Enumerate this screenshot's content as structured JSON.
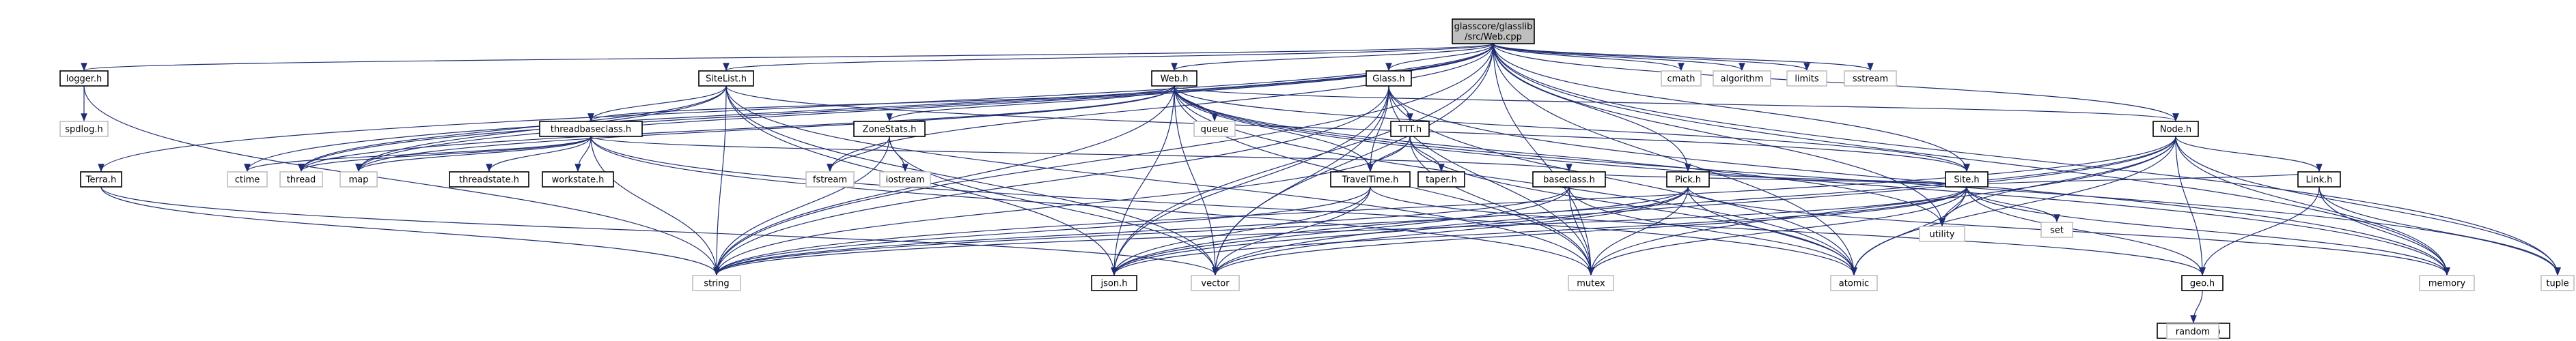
{
  "title_lines": [
    "glasscore/glasslib",
    "/src/Web.cpp"
  ],
  "colors": {
    "edge": "#1f2e73",
    "root_fill": "#bfbfbf",
    "external_border": "#bfbfbf",
    "node_border": "#000000"
  },
  "nodes": [
    {
      "id": "root",
      "label": "glasscore/glasslib\n/src/Web.cpp",
      "kind": "root"
    },
    {
      "id": "logger",
      "label": "logger.h",
      "kind": "local"
    },
    {
      "id": "spdlog",
      "label": "spdlog.h",
      "kind": "external"
    },
    {
      "id": "sitelist",
      "label": "SiteList.h",
      "kind": "local"
    },
    {
      "id": "web_h",
      "label": "Web.h",
      "kind": "local"
    },
    {
      "id": "glass",
      "label": "Glass.h",
      "kind": "local"
    },
    {
      "id": "cmath",
      "label": "cmath",
      "kind": "external"
    },
    {
      "id": "algorithm",
      "label": "algorithm",
      "kind": "external"
    },
    {
      "id": "limits",
      "label": "limits",
      "kind": "external"
    },
    {
      "id": "sstream",
      "label": "sstream",
      "kind": "external"
    },
    {
      "id": "terra",
      "label": "Terra.h",
      "kind": "local"
    },
    {
      "id": "threadbase",
      "label": "threadbaseclass.h",
      "kind": "local"
    },
    {
      "id": "zonestats",
      "label": "ZoneStats.h",
      "kind": "local"
    },
    {
      "id": "queue",
      "label": "queue",
      "kind": "external"
    },
    {
      "id": "ttt",
      "label": "TTT.h",
      "kind": "local"
    },
    {
      "id": "site",
      "label": "Site.h",
      "kind": "local"
    },
    {
      "id": "node",
      "label": "Node.h",
      "kind": "local"
    },
    {
      "id": "ctime",
      "label": "ctime",
      "kind": "external"
    },
    {
      "id": "thread",
      "label": "thread",
      "kind": "external"
    },
    {
      "id": "map",
      "label": "map",
      "kind": "external"
    },
    {
      "id": "threadstate",
      "label": "threadstate.h",
      "kind": "local"
    },
    {
      "id": "workstate",
      "label": "workstate.h",
      "kind": "local"
    },
    {
      "id": "fstream",
      "label": "fstream",
      "kind": "external"
    },
    {
      "id": "iostream",
      "label": "iostream",
      "kind": "external"
    },
    {
      "id": "traveltime",
      "label": "TravelTime.h",
      "kind": "local"
    },
    {
      "id": "taper",
      "label": "taper.h",
      "kind": "local"
    },
    {
      "id": "baseclass",
      "label": "baseclass.h",
      "kind": "local"
    },
    {
      "id": "pick",
      "label": "Pick.h",
      "kind": "local"
    },
    {
      "id": "utility",
      "label": "utility",
      "kind": "external"
    },
    {
      "id": "set",
      "label": "set",
      "kind": "external"
    },
    {
      "id": "link",
      "label": "Link.h",
      "kind": "local"
    },
    {
      "id": "string",
      "label": "string",
      "kind": "external"
    },
    {
      "id": "json",
      "label": "json.h",
      "kind": "local"
    },
    {
      "id": "vector",
      "label": "vector",
      "kind": "external"
    },
    {
      "id": "mutex",
      "label": "mutex",
      "kind": "external"
    },
    {
      "id": "atomic",
      "label": "atomic",
      "kind": "external"
    },
    {
      "id": "geo",
      "label": "geo.h",
      "kind": "local"
    },
    {
      "id": "memory",
      "label": "memory",
      "kind": "external"
    },
    {
      "id": "tuple",
      "label": "tuple",
      "kind": "external"
    },
    {
      "id": "glassmath",
      "label": "glassmath.h",
      "kind": "local"
    },
    {
      "id": "random",
      "label": "random",
      "kind": "external"
    }
  ],
  "edges": [
    [
      "root",
      "logger"
    ],
    [
      "root",
      "sitelist"
    ],
    [
      "root",
      "web_h"
    ],
    [
      "root",
      "glass"
    ],
    [
      "root",
      "cmath"
    ],
    [
      "root",
      "algorithm"
    ],
    [
      "root",
      "limits"
    ],
    [
      "root",
      "sstream"
    ],
    [
      "root",
      "terra"
    ],
    [
      "root",
      "site"
    ],
    [
      "root",
      "node"
    ],
    [
      "root",
      "pick"
    ],
    [
      "root",
      "ctime"
    ],
    [
      "root",
      "thread"
    ],
    [
      "root",
      "map"
    ],
    [
      "root",
      "fstream"
    ],
    [
      "root",
      "utility"
    ],
    [
      "root",
      "string"
    ],
    [
      "root",
      "vector"
    ],
    [
      "root",
      "mutex"
    ],
    [
      "root",
      "memory"
    ],
    [
      "root",
      "tuple"
    ],
    [
      "root",
      "json"
    ],
    [
      "root",
      "atomic"
    ],
    [
      "logger",
      "spdlog"
    ],
    [
      "logger",
      "string"
    ],
    [
      "sitelist",
      "threadbase"
    ],
    [
      "sitelist",
      "thread"
    ],
    [
      "sitelist",
      "map"
    ],
    [
      "sitelist",
      "string"
    ],
    [
      "sitelist",
      "json"
    ],
    [
      "sitelist",
      "vector"
    ],
    [
      "sitelist",
      "mutex"
    ],
    [
      "sitelist",
      "site"
    ],
    [
      "web_h",
      "zonestats"
    ],
    [
      "web_h",
      "queue"
    ],
    [
      "web_h",
      "threadbase"
    ],
    [
      "web_h",
      "traveltime"
    ],
    [
      "web_h",
      "thread"
    ],
    [
      "web_h",
      "map"
    ],
    [
      "web_h",
      "string"
    ],
    [
      "web_h",
      "json"
    ],
    [
      "web_h",
      "vector"
    ],
    [
      "web_h",
      "mutex"
    ],
    [
      "web_h",
      "atomic"
    ],
    [
      "web_h",
      "memory"
    ],
    [
      "web_h",
      "utility"
    ],
    [
      "web_h",
      "node"
    ],
    [
      "web_h",
      "site"
    ],
    [
      "web_h",
      "tuple"
    ],
    [
      "glass",
      "ttt"
    ],
    [
      "glass",
      "traveltime"
    ],
    [
      "glass",
      "json"
    ],
    [
      "glass",
      "vector"
    ],
    [
      "glass",
      "atomic"
    ],
    [
      "glass",
      "memory"
    ],
    [
      "glass",
      "mutex"
    ],
    [
      "glass",
      "string"
    ],
    [
      "terra",
      "string"
    ],
    [
      "terra",
      "vector"
    ],
    [
      "threadbase",
      "ctime"
    ],
    [
      "threadbase",
      "thread"
    ],
    [
      "threadbase",
      "map"
    ],
    [
      "threadbase",
      "threadstate"
    ],
    [
      "threadbase",
      "workstate"
    ],
    [
      "threadbase",
      "string"
    ],
    [
      "threadbase",
      "mutex"
    ],
    [
      "threadbase",
      "atomic"
    ],
    [
      "threadbase",
      "baseclass"
    ],
    [
      "zonestats",
      "fstream"
    ],
    [
      "zonestats",
      "iostream"
    ],
    [
      "zonestats",
      "string"
    ],
    [
      "zonestats",
      "vector"
    ],
    [
      "ttt",
      "traveltime"
    ],
    [
      "ttt",
      "taper"
    ],
    [
      "ttt",
      "string"
    ],
    [
      "ttt",
      "mutex"
    ],
    [
      "ttt",
      "atomic"
    ],
    [
      "traveltime",
      "string"
    ],
    [
      "traveltime",
      "json"
    ],
    [
      "traveltime",
      "vector"
    ],
    [
      "traveltime",
      "geo"
    ],
    [
      "baseclass",
      "json"
    ],
    [
      "baseclass",
      "mutex"
    ],
    [
      "baseclass",
      "atomic"
    ],
    [
      "baseclass",
      "string"
    ],
    [
      "site",
      "pick"
    ],
    [
      "site",
      "utility"
    ],
    [
      "site",
      "set"
    ],
    [
      "site",
      "link"
    ],
    [
      "site",
      "baseclass"
    ],
    [
      "site",
      "string"
    ],
    [
      "site",
      "json"
    ],
    [
      "site",
      "vector"
    ],
    [
      "site",
      "mutex"
    ],
    [
      "site",
      "atomic"
    ],
    [
      "site",
      "geo"
    ],
    [
      "site",
      "memory"
    ],
    [
      "node",
      "link"
    ],
    [
      "node",
      "geo"
    ],
    [
      "node",
      "memory"
    ],
    [
      "node",
      "tuple"
    ],
    [
      "node",
      "utility"
    ],
    [
      "node",
      "string"
    ],
    [
      "node",
      "vector"
    ],
    [
      "node",
      "mutex"
    ],
    [
      "node",
      "atomic"
    ],
    [
      "node",
      "json"
    ],
    [
      "pick",
      "json"
    ],
    [
      "pick",
      "vector"
    ],
    [
      "pick",
      "mutex"
    ],
    [
      "pick",
      "atomic"
    ],
    [
      "pick",
      "string"
    ],
    [
      "pick",
      "memory"
    ],
    [
      "link",
      "memory"
    ],
    [
      "link",
      "tuple"
    ],
    [
      "link",
      "geo"
    ],
    [
      "geo",
      "glassmath"
    ],
    [
      "glassmath",
      "random"
    ]
  ]
}
